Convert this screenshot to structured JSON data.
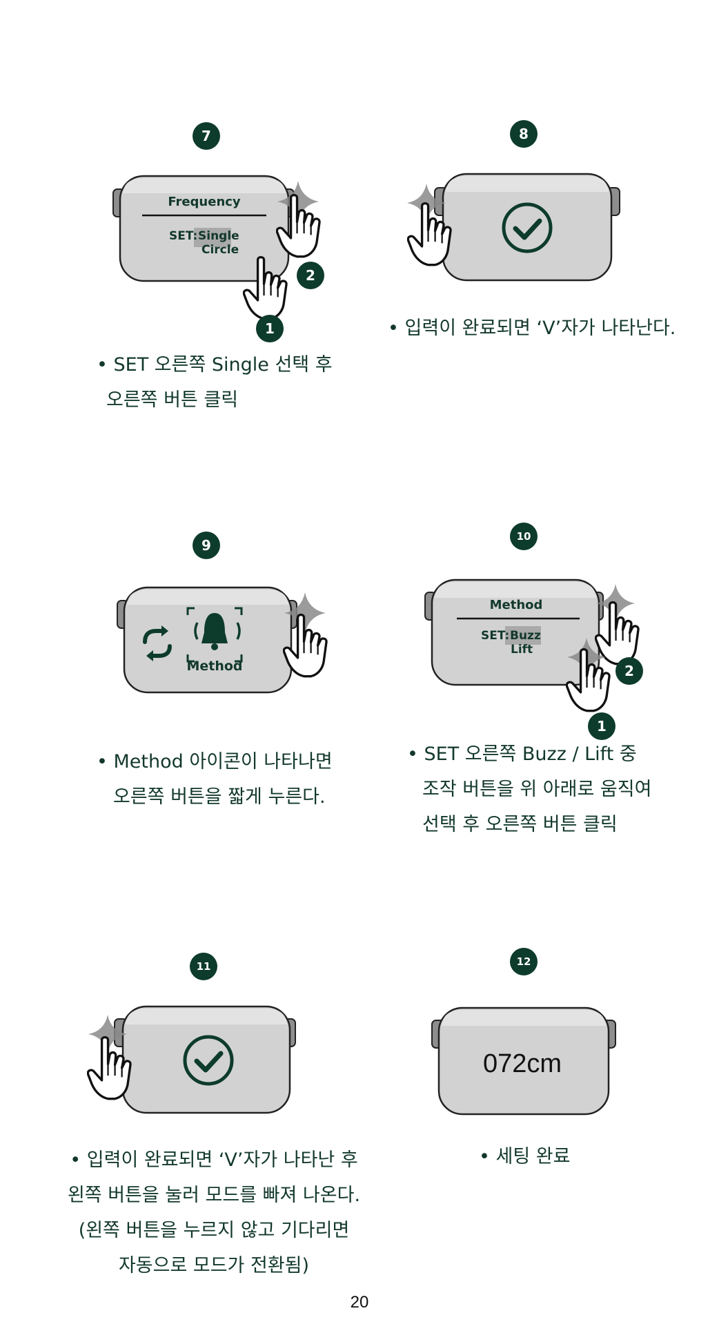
{
  "steps": [
    {
      "number": "7",
      "device": {
        "title": "Frequency",
        "set_label": "SET:",
        "options": [
          "Single",
          "Circle"
        ]
      },
      "callouts": [
        "1",
        "2"
      ],
      "caption": [
        "• SET  오른쪽 Single 선택 후",
        "오른쪽 버튼 클릭"
      ]
    },
    {
      "number": "8",
      "device": {
        "icon": "check-circle-icon"
      },
      "caption": [
        "• 입력이 완료되면 ‘V’자가 나타난다."
      ]
    },
    {
      "number": "9",
      "device": {
        "icons": [
          "cycle-arrows-icon",
          "bell-icon"
        ],
        "label": "Method"
      },
      "caption": [
        "• Method 아이콘이 나타나면",
        "오른쪽 버튼을 짧게 누른다."
      ]
    },
    {
      "number": "10",
      "device": {
        "title": "Method",
        "set_label": "SET:",
        "options": [
          "Buzz",
          "Lift"
        ]
      },
      "callouts": [
        "1",
        "2"
      ],
      "caption": [
        "• SET  오른쪽 Buzz / Lift 중",
        "조작 버튼을 위 아래로 움직여",
        "선택 후 오른쪽 버튼 클릭"
      ]
    },
    {
      "number": "11",
      "device": {
        "icon": "check-circle-icon"
      },
      "caption": [
        "•  입력이 완료되면 ‘V’자가 나타난 후",
        "왼쪽 버튼을 눌러 모드를 빠져 나온다.",
        "(왼쪽 버튼을 누르지 않고 기다리면",
        "자동으로 모드가 전환됨)"
      ]
    },
    {
      "number": "12",
      "device": {
        "reading": "072cm"
      },
      "caption": [
        "• 세팅 완료"
      ]
    }
  ],
  "page_number": "20",
  "colors": {
    "accent": "#0d3b2c",
    "device_body": "#d2d2d2",
    "device_top": "#e3e3e3",
    "highlight": "#a9a9a9",
    "button": "#8e8e8e",
    "sparkle": "#8a8a8a"
  }
}
